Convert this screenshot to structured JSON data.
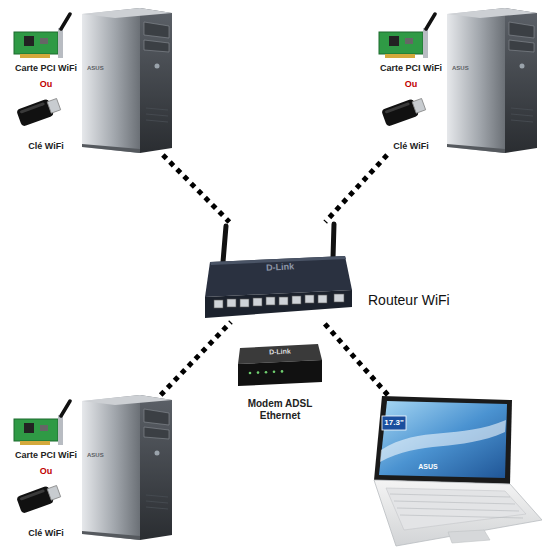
{
  "diagram": {
    "nodes": [
      {
        "text": [
          "Carte PCI WiFi",
          "Ou",
          "Clé WiFi",
          "ASUS"
        ]
      },
      {
        "text": [
          "Carte PCI WiFi",
          "Ou",
          "Clé WiFi",
          "ASUS"
        ]
      },
      {
        "text": [
          "D-Link",
          "Routeur WiFi"
        ]
      },
      {
        "text": [
          "D-Link",
          "Modem ADSL Ethernet"
        ]
      },
      {
        "text": [
          "Carte PCI WiFi",
          "Ou",
          "Clé WiFi",
          "ASUS"
        ]
      },
      {
        "text": [
          "17.3\"",
          "ASUS"
        ]
      }
    ],
    "edges": [
      {
        "from": 0,
        "to": 2,
        "arrow": "none"
      },
      {
        "from": 1,
        "to": 2,
        "arrow": "none"
      },
      {
        "from": 4,
        "to": 2,
        "arrow": "none"
      },
      {
        "from": 5,
        "to": 2,
        "arrow": "none"
      }
    ]
  }
}
